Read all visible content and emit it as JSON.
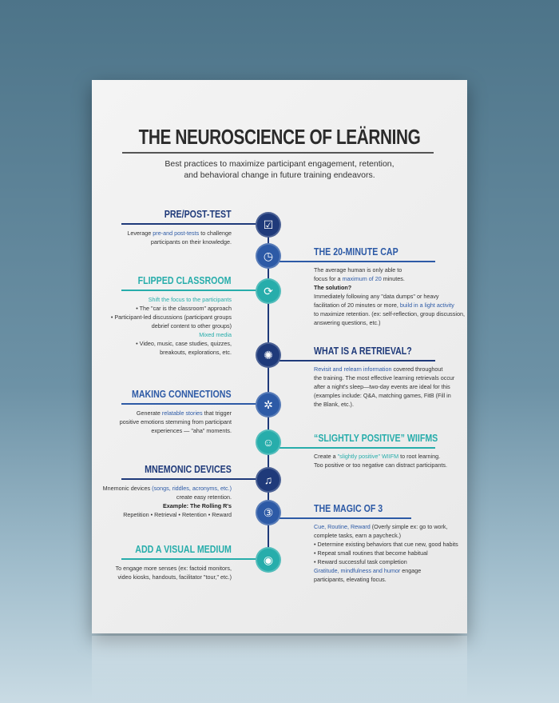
{
  "colors": {
    "navy": "#1f3a7a",
    "blue": "#2d5aa6",
    "teal": "#27adab"
  },
  "title": "THE NEUROSCIENCE OF LEÄRNING",
  "subtitle": [
    "Best practices to maximize participant engagement, retention,",
    "and behavioral change in future training endeavors."
  ],
  "sections": [
    {
      "id": "pre-post-test",
      "heading": "PRE/POST-TEST",
      "side": "left",
      "color": "navy",
      "icon": "checklist-icon",
      "lines": [
        [
          {
            "t": "Leverage "
          },
          {
            "t": "pre-and post-tests",
            "c": "cb"
          },
          {
            "t": " to challenge"
          }
        ],
        [
          {
            "t": "participants on their knowledge."
          }
        ]
      ]
    },
    {
      "id": "20-minute-cap",
      "heading": "THE 20-MINUTE CAP",
      "side": "right",
      "color": "blue",
      "icon": "clock-icon",
      "lines": [
        [
          {
            "t": "The average human is only able to"
          }
        ],
        [
          {
            "t": "focus for a "
          },
          {
            "t": "maximum of 20",
            "c": "cb"
          },
          {
            "t": " minutes."
          }
        ],
        [
          {
            "t": "The solution?",
            "c": "cs"
          }
        ],
        [
          {
            "t": "Immediately following any \"data dumps\" or heavy"
          }
        ],
        [
          {
            "t": "facilitation of 20 minutes or more, "
          },
          {
            "t": "build in a light activity",
            "c": "cb"
          }
        ],
        [
          {
            "t": "to maximize retention. (ex: self-reflection, group discussion,"
          }
        ],
        [
          {
            "t": "answering questions, etc.)"
          }
        ]
      ]
    },
    {
      "id": "flipped-classroom",
      "heading": "FLIPPED CLASSROOM",
      "side": "left",
      "color": "teal",
      "icon": "refresh-icon",
      "lines": [
        [
          {
            "t": "Shift the focus to the participants",
            "c": "ct"
          }
        ],
        [
          {
            "t": "• The \"car is the classroom\" approach"
          }
        ],
        [
          {
            "t": "• Participant-led discussions (participant groups"
          }
        ],
        [
          {
            "t": "debrief content to other groups)"
          }
        ],
        [
          {
            "t": "Mixed media",
            "c": "ct"
          }
        ],
        [
          {
            "t": "• Video, music, case studies, quizzes,"
          }
        ],
        [
          {
            "t": "breakouts, explorations, etc."
          }
        ]
      ]
    },
    {
      "id": "retrieval",
      "heading": "WHAT IS A RETRIEVAL?",
      "side": "right",
      "color": "navy",
      "icon": "brain-icon",
      "lines": [
        [
          {
            "t": "Revisit and relearn information",
            "c": "cb"
          },
          {
            "t": " covered throughout"
          }
        ],
        [
          {
            "t": "the training. The most effective learning retrievals occur"
          }
        ],
        [
          {
            "t": "after a night's sleep—two-day events are ideal for this"
          }
        ],
        [
          {
            "t": "(examples include: Q&A, matching games, FitB (Fill in"
          }
        ],
        [
          {
            "t": "the Blank, etc.)."
          }
        ]
      ]
    },
    {
      "id": "making-connections",
      "heading": "MAKING CONNECTIONS",
      "side": "left",
      "color": "blue",
      "icon": "network-icon",
      "lines": [
        [
          {
            "t": "Generate "
          },
          {
            "t": "relatable stories",
            "c": "cb"
          },
          {
            "t": " that trigger"
          }
        ],
        [
          {
            "t": "positive emotions stemming from participant"
          }
        ],
        [
          {
            "t": "experiences — \"aha\" moments."
          }
        ]
      ]
    },
    {
      "id": "wiifms",
      "heading": "“SLIGHTLY POSITIVE” WIIFMS",
      "side": "right",
      "color": "teal",
      "icon": "smiley-icon",
      "lines": [
        [
          {
            "t": "Create a "
          },
          {
            "t": "\"slightly positive\" WIIFM",
            "c": "ct"
          },
          {
            "t": " to root learning."
          }
        ],
        [
          {
            "t": "Too positive or too negative can distract participants."
          }
        ]
      ]
    },
    {
      "id": "mnemonic-devices",
      "heading": "MNEMONIC DEVICES",
      "side": "left",
      "color": "navy",
      "icon": "music-list-icon",
      "lines": [
        [
          {
            "t": "Mnemonic devices "
          },
          {
            "t": "(songs, riddles, acronyms, etc.)",
            "c": "cb"
          }
        ],
        [
          {
            "t": "create easy retention."
          }
        ],
        [
          {
            "t": "Example: The Rolling R's",
            "c": "cs"
          }
        ],
        [
          {
            "t": "Repetition • Retrieval • Retention • Reward"
          }
        ]
      ]
    },
    {
      "id": "magic-of-3",
      "heading": "THE MAGIC OF 3",
      "side": "right",
      "color": "blue",
      "icon": "target-three-icon",
      "lines": [
        [
          {
            "t": "Cue, Routine, Reward",
            "c": "cb"
          },
          {
            "t": " (Overly simple ex: go to work,"
          }
        ],
        [
          {
            "t": "complete tasks, earn a paycheck.)"
          }
        ],
        [
          {
            "t": " • Determine existing behaviors that cue new, good habits"
          }
        ],
        [
          {
            "t": " • Repeat small routines that become habitual"
          }
        ],
        [
          {
            "t": " • Reward successful task completion"
          }
        ],
        [
          {
            "t": "Gratitude, mindfulness and humor",
            "c": "cb"
          },
          {
            "t": " engage"
          }
        ],
        [
          {
            "t": "participants, elevating focus."
          }
        ]
      ]
    },
    {
      "id": "visual-medium",
      "heading": "ADD A VISUAL MEDIUM",
      "side": "left",
      "color": "teal",
      "icon": "eye-icon",
      "lines": [
        [
          {
            "t": "To engage more senses (ex: factoid monitors,"
          }
        ],
        [
          {
            "t": "video kiosks, handouts, facilitator \"tour,\" etc.)"
          }
        ]
      ]
    }
  ]
}
